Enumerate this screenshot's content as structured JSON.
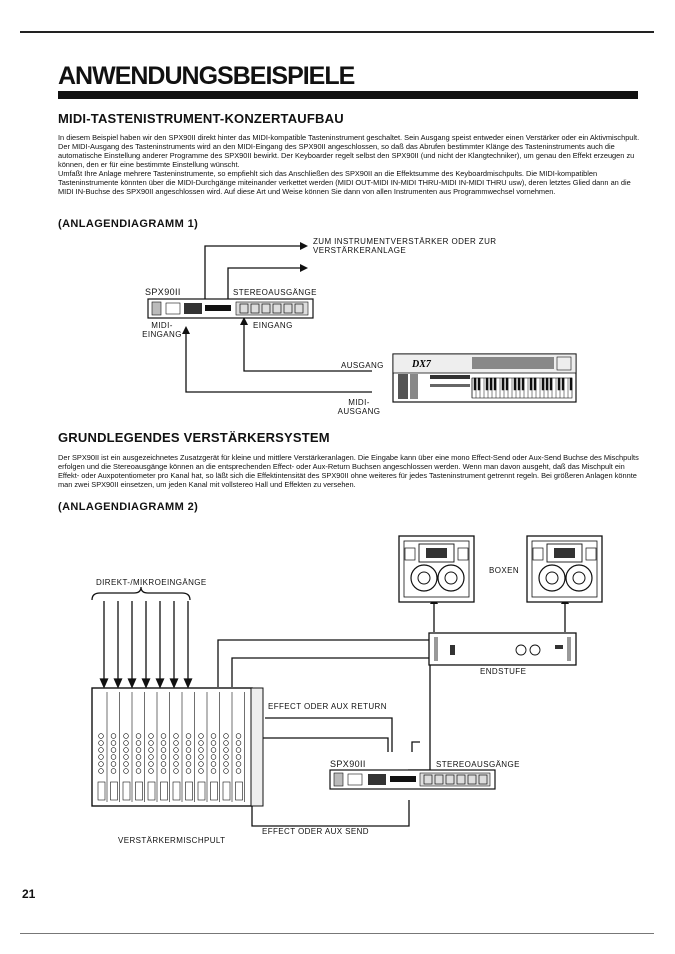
{
  "chapter_title": "ANWENDUNGSBEISPIELE",
  "section1": {
    "heading": "MIDI-TASTENISTRUMENT-KONZERTAUFBAU",
    "paragraphs": [
      "In diesem Beispiel haben wir den SPX90II direkt hinter das MIDI-kompatible Tasteninstrument geschaltet. Sein Ausgang speist entweder einen Verstärker oder ein Aktivmischpult. Der MIDI-Ausgang des Tasteninstruments wird an den MIDI-Eingang des SPX90II angeschlossen, so daß das Abrufen bestimmter Klänge des Tasteninstruments auch die automatische Einstellung anderer Programme des SPX90II bewirkt. Der Keyboarder regelt selbst den SPX90II (und nicht der Klangtechniker), um genau den Effekt erzeugen zu können, den er für eine bestimmte Einstellung wünscht.",
      "Umfaßt Ihre Anlage mehrere Tasteninstrumente, so empfiehlt sich das Anschließen des SPX90II an die Effektsumme des Keyboardmischpults. Die MIDI-kompatiblen Tasteninstrumente könnten über die MIDI-Durchgänge miteinander verkettet werden (MIDI OUT-MIDI IN-MIDI THRU-MIDI IN-MIDI THRU usw), deren letztes Glied dann an die MIDI IN-Buchse des SPX90II angeschlossen wird. Auf diese Art und Weise können Sie dann von allen Instrumenten aus Programmwechsel vornehmen."
    ],
    "diagram_heading": "(ANLAGENDIAGRAMM 1)",
    "diagram": {
      "amp_label": "ZUM INSTRUMENTVERSTÄRKER ODER ZUR VERSTÄRKERANLAGE",
      "device": "SPX90II",
      "stereo_out": "STEREOAUSGÄNGE",
      "midi_in": "MIDI-EINGANG",
      "input": "EINGANG",
      "output": "AUSGANG",
      "midi_out": "MIDI-AUSGANG",
      "keyboard_logo": "DX7"
    }
  },
  "section2": {
    "heading": "GRUNDLEGENDES VERSTÄRKERSYSTEM",
    "paragraph": "Der SPX90II ist ein ausgezeichnetes Zusatzgerät für kleine und mittlere Verstärkeranlagen. Die Eingabe kann über eine mono Effect-Send oder Aux-Send Buchse des Mischpults erfolgen und die Stereoausgänge können an die entsprechenden Effect- oder Aux-Return Buchsen angeschlossen werden. Wenn man davon ausgeht, daß das Mischpult ein Effekt- oder Auxpotentiometer pro Kanal hat, so läßt sich die Effektintensität des SPX90II ohne weiteres für jedes Tasteninstrument getrennt regeln. Bei größeren Anlagen könnte man zwei SPX90II einsetzen, um jeden Kanal mit vollstereo Hall und Effekten zu versehen.",
    "diagram_heading": "(ANLAGENDIAGRAMM 2)",
    "diagram": {
      "direct_inputs": "DIREKT-/MIKROEINGÄNGE",
      "speakers": "BOXEN",
      "power_amp": "ENDSTUFE",
      "aux_return": "EFFECT ODER AUX RETURN",
      "device": "SPX90II",
      "stereo_out": "STEREOAUSGÄNGE",
      "aux_send": "EFFECT ODER AUX SEND",
      "mixer": "VERSTÄRKERMISCHPULT"
    }
  },
  "page_number": "21"
}
